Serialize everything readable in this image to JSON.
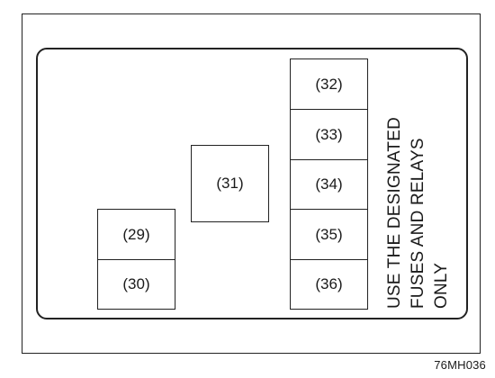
{
  "diagram": {
    "fuse_slots": [
      {
        "id": "29",
        "label": "(29)"
      },
      {
        "id": "30",
        "label": "(30)"
      },
      {
        "id": "31",
        "label": "(31)"
      },
      {
        "id": "32",
        "label": "(32)"
      },
      {
        "id": "33",
        "label": "(33)"
      },
      {
        "id": "34",
        "label": "(34)"
      },
      {
        "id": "35",
        "label": "(35)"
      },
      {
        "id": "36",
        "label": "(36)"
      }
    ],
    "note_lines": [
      "USE THE DESIGNATED",
      "FUSES AND RELAYS",
      "ONLY"
    ],
    "figure_code": "76MH036"
  }
}
